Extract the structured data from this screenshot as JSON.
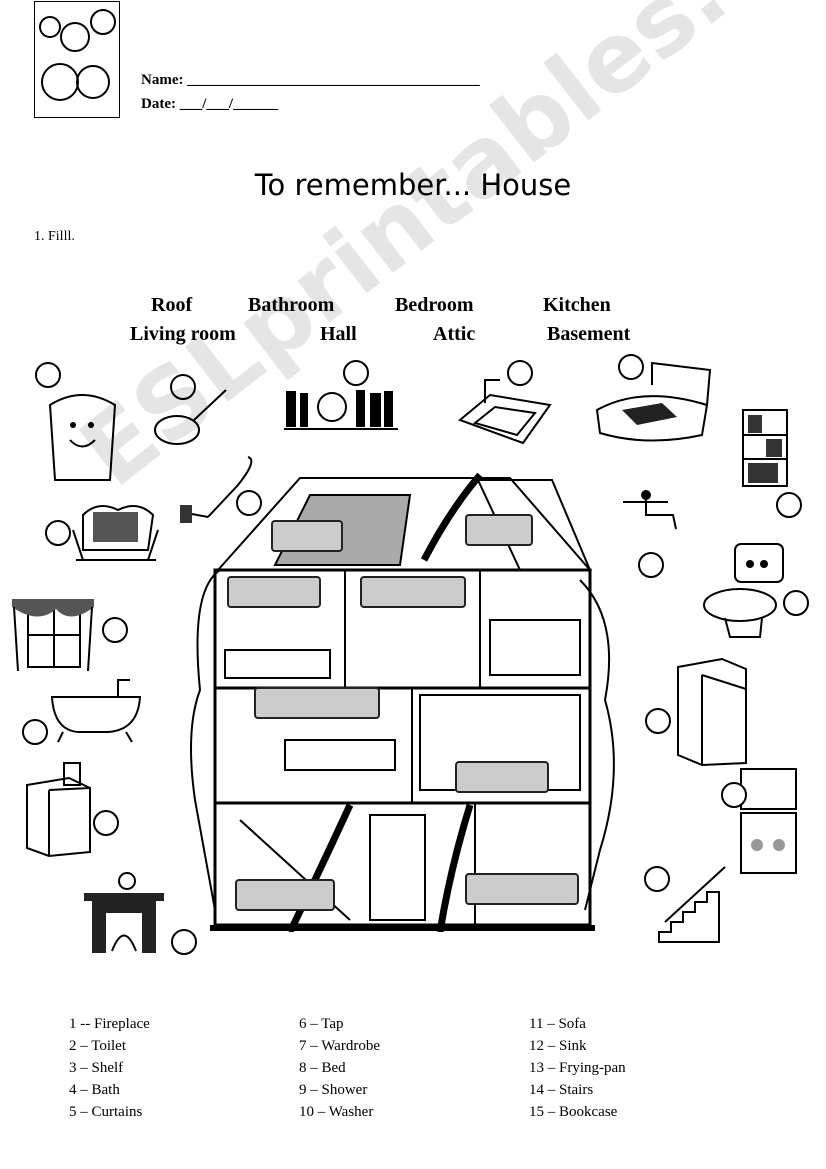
{
  "header": {
    "name_label": "Name:",
    "name_line": "_______________________________________",
    "date_label": "Date:",
    "date_line": "___/___/______"
  },
  "title": "To remember... House",
  "instruction": "1.  Filll.",
  "word_bank": {
    "row1": [
      "Roof",
      "Bathroom",
      "Bedroom",
      "Kitchen"
    ],
    "row2": [
      "Living room",
      "Hall",
      "Attic",
      "Basement"
    ]
  },
  "items": {
    "col1": [
      "1 -- Fireplace",
      "2 – Toilet",
      "3 – Shelf",
      "4 – Bath",
      "5 – Curtains"
    ],
    "col2": [
      "6 – Tap",
      "7 – Wardrobe",
      "8 – Bed",
      "9 – Shower",
      "10 – Washer"
    ],
    "col3": [
      "11 – Sofa",
      "12 – Sink",
      "13 – Frying-pan",
      "14 – Stairs",
      "15 – Bookcase"
    ]
  },
  "watermark": "ESLprintables.com",
  "icons": [
    "portrait-icon",
    "wardrobe-icon",
    "frying-pan-icon",
    "shelf-icon",
    "sink-icon",
    "bed-icon",
    "bookcase-icon",
    "shower-icon",
    "sofa-icon",
    "tap-icon",
    "curtains-icon",
    "toilet-icon",
    "bath-icon",
    "fridge-icon",
    "washer-icon",
    "stove-icon",
    "fireplace-icon",
    "stairs-icon",
    "house-icon"
  ]
}
